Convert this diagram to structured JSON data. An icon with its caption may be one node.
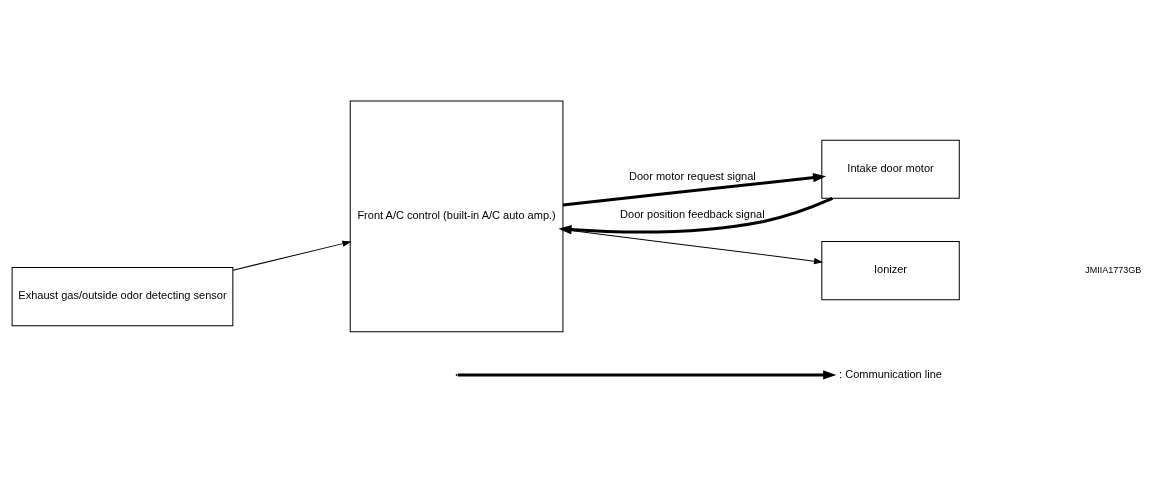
{
  "diagram": {
    "nodes": [
      {
        "text": [
          "Exhaust gas/outside odor detecting sensor"
        ]
      },
      {
        "text": [
          "Front A/C control (built-in A/C auto amp.)"
        ]
      },
      {
        "text": [
          "Intake door motor"
        ]
      },
      {
        "text": [
          "Ionizer"
        ]
      }
    ],
    "edges": [
      {
        "from": 0,
        "to": 1,
        "arrow": "to"
      },
      {
        "from": 1,
        "to": 2,
        "arrow": "to",
        "label": "Door motor request signal",
        "style": "thick"
      },
      {
        "from": 2,
        "to": 1,
        "arrow": "to",
        "label": "Door position feedback signal",
        "style": "thick"
      },
      {
        "from": 1,
        "to": 3,
        "arrow": "to"
      }
    ],
    "labels": [
      "JMIIA1773GB"
    ],
    "legend": [
      {
        "text": ": Communication line"
      }
    ]
  }
}
